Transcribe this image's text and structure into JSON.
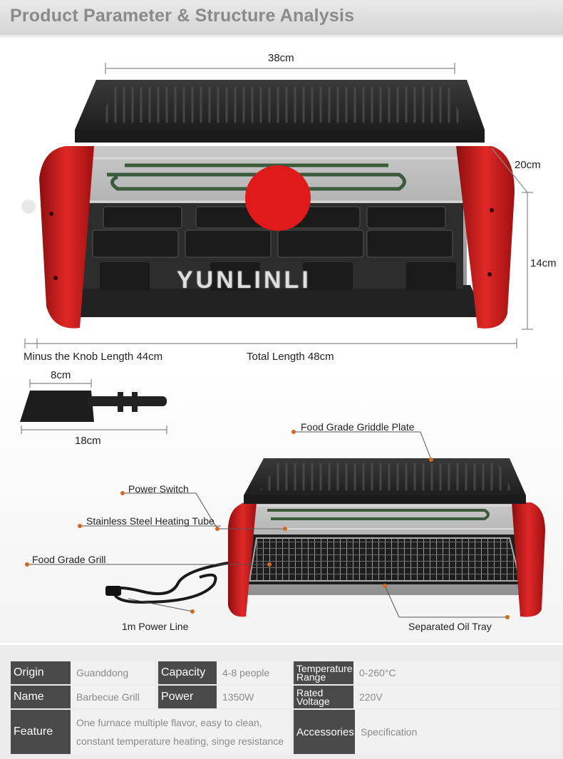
{
  "title": "Product Parameter & Structure Analysis",
  "watermark": "YUNLINLI",
  "dimensions": {
    "width": "38cm",
    "depth": "20cm",
    "height": "14cm",
    "length_without_knob": "Minus the Knob Length 44cm",
    "total_length": "Total Length 48cm",
    "pan_width": "8cm",
    "pan_length": "18cm"
  },
  "callouts": {
    "griddle": "Food Grade Griddle Plate",
    "switch": "Power Switch",
    "heating_tube": "Stainless Steel Heating Tube",
    "grill": "Food Grade Grill",
    "power_line": "1m Power Line",
    "oil_tray": "Separated Oil Tray"
  },
  "specs": {
    "origin_label": "Origin",
    "origin_value": "Guanddong",
    "capacity_label": "Capacity",
    "capacity_value": "4-8 people",
    "temp_label_1": "Temperature",
    "temp_label_2": "Range",
    "temp_value": "0-260°C",
    "name_label": "Name",
    "name_value": "Barbecue Grill",
    "power_label": "Power",
    "power_value": "1350W",
    "voltage_label_1": "Rated",
    "voltage_label_2": "Voltage",
    "voltage_value": "220V",
    "feature_label": "Feature",
    "feature_value_1": "One furnace multiple flavor, easy to clean,",
    "feature_value_2": "constant temperature heating, singe resistance",
    "accessories_label": "Accessories",
    "accessories_value": "Specification"
  },
  "colors": {
    "accent_red": "#d42020",
    "plate_dark": "#2a2a2a",
    "table_header": "#4a4a4a",
    "callout_dot": "#d2691e"
  }
}
